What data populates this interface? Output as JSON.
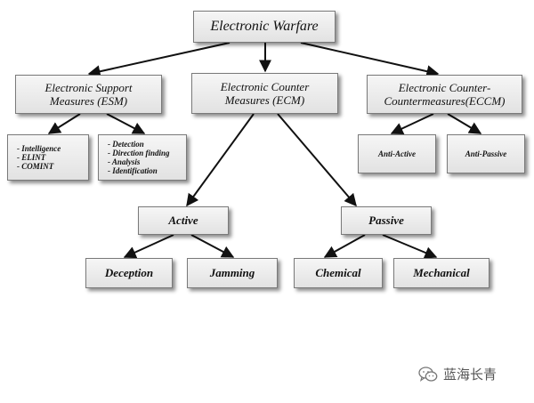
{
  "root": {
    "label": "Electronic Warfare"
  },
  "level1": {
    "esm": {
      "line1": "Electronic Support",
      "line2": "Measures (ESM)"
    },
    "ecm": {
      "line1": "Electronic Counter",
      "line2": "Measures (ECM)"
    },
    "eccm": {
      "line1": "Electronic Counter-",
      "line2": "Countermeasures(ECCM)"
    }
  },
  "esm_children": {
    "intel": [
      "- Intelligence",
      "- ELINT",
      "- COMINT"
    ],
    "functions": [
      "- Detection",
      "- Direction finding",
      "- Analysis",
      "- Identification"
    ]
  },
  "eccm_children": {
    "anti_active": "Anti-Active",
    "anti_passive": "Anti-Passive"
  },
  "ecm_children": {
    "active": "Active",
    "passive": "Passive"
  },
  "active_children": {
    "deception": "Deception",
    "jamming": "Jamming"
  },
  "passive_children": {
    "chemical": "Chemical",
    "mechanical": "Mechanical"
  },
  "watermark": {
    "text": "蓝海长青",
    "icon": "wechat-icon"
  }
}
